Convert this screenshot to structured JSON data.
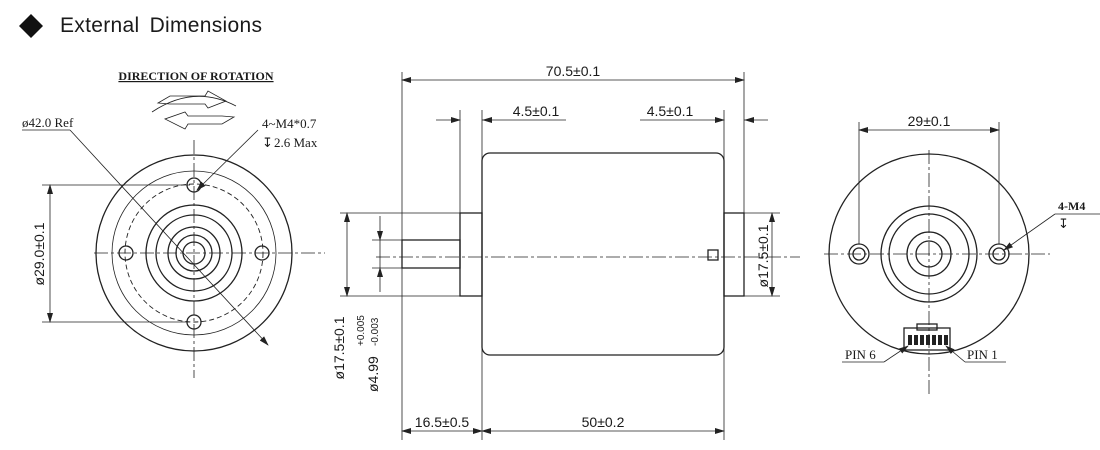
{
  "header": {
    "title": "External Dimensions",
    "bullet_icon": "diamond-icon"
  },
  "front_view": {
    "rotation_label": "DIRECTION OF ROTATION",
    "outer_ref": "ø42.0 Ref",
    "hole_spec": "4~M4*0.7",
    "hole_depth": "2.6 Max",
    "depth_symbol": "↧",
    "bolt_circle": "ø29.0±0.1"
  },
  "side_view": {
    "overall_length": "70.5±0.1",
    "step_left": "4.5±0.1",
    "step_right": "4.5±0.1",
    "rear_boss_dia": "ø17.5±0.1",
    "front_boss_dia": "ø17.5±0.1",
    "shaft_dia_base": "ø4.99",
    "shaft_tol_upper": "+0.005",
    "shaft_tol_lower": "-0.003",
    "shaft_length": "16.5±0.5",
    "body_length": "50±0.2"
  },
  "rear_view": {
    "hole_spacing": "29±0.1",
    "hole_label": "4-M4",
    "depth_symbol": "↧",
    "pin_left": "PIN 6",
    "pin_right": "PIN 1"
  },
  "colors": {
    "line": "#222222",
    "text": "#1a1a1a",
    "background": "#ffffff"
  }
}
